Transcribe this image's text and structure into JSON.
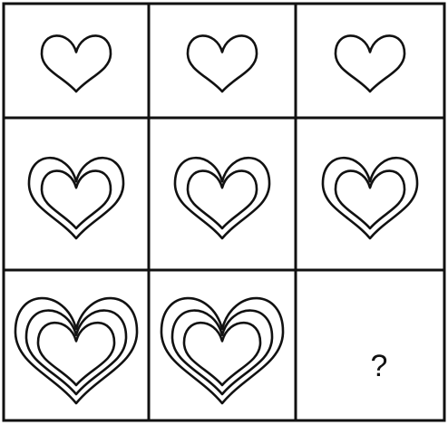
{
  "puzzle": {
    "rows": [
      {
        "cells": [
          {
            "rings": 1
          },
          {
            "rings": 1
          },
          {
            "rings": 1
          }
        ]
      },
      {
        "cells": [
          {
            "rings": 2
          },
          {
            "rings": 2
          },
          {
            "rings": 2
          }
        ]
      },
      {
        "cells": [
          {
            "rings": 3
          },
          {
            "rings": 3
          },
          {
            "missing": true,
            "label": "?"
          }
        ]
      }
    ]
  },
  "colors": {
    "ink": "#111111",
    "background": "#ffffff"
  },
  "icons": {
    "shape": "heart-outline-icon"
  }
}
